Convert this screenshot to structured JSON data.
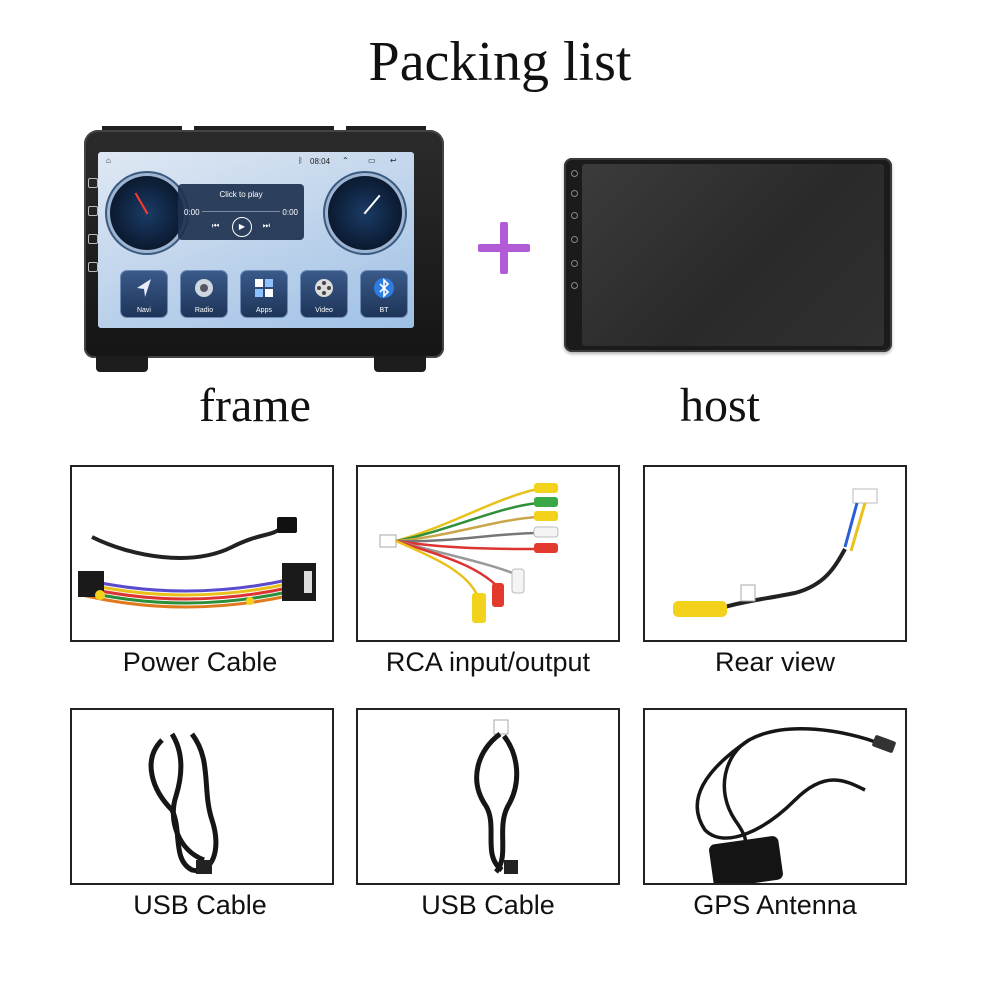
{
  "title": "Packing list",
  "frame_label": "frame",
  "host_label": "host",
  "screen": {
    "time": "08:04",
    "media": {
      "prompt": "Click to play",
      "time_left": "0:00",
      "time_right": "0:00"
    },
    "apps": [
      "Navi",
      "Radio",
      "Apps",
      "Video",
      "BT"
    ]
  },
  "items": [
    {
      "label": "Power Cable",
      "icon": "power-cable-harness"
    },
    {
      "label": "RCA input/output",
      "icon": "rca-cable"
    },
    {
      "label": "Rear view",
      "icon": "rear-view-camera-cable"
    },
    {
      "label": "USB Cable",
      "icon": "usb-cable"
    },
    {
      "label": "USB Cable",
      "icon": "usb-cable"
    },
    {
      "label": "GPS Antenna",
      "icon": "gps-antenna"
    }
  ],
  "colors": {
    "plus": "#b35ad6",
    "rca_yellow": "#f2d21b",
    "rca_red": "#e23b2e",
    "rca_white": "#f4f4f4",
    "rca_green": "#3aa845"
  }
}
